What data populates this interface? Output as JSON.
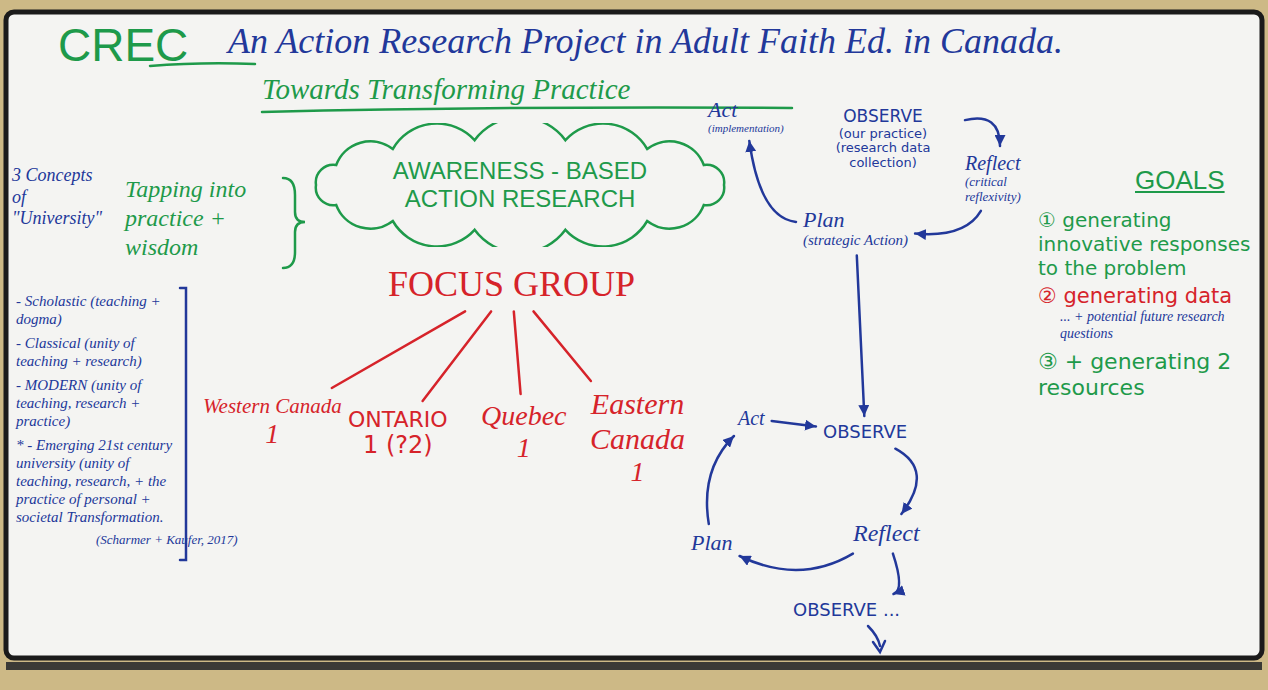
{
  "diagram": {
    "title": "An Action Research Project in Adult Faith Ed. in Canada.",
    "nodes": [
      {
        "text": [
          "AWARENESS - BASED ACTION RESEARCH"
        ]
      },
      {
        "text": [
          "FOCUS GROUP"
        ]
      },
      {
        "text": [
          "Western Canada",
          "1"
        ]
      },
      {
        "text": [
          "ONTARIO",
          "1 (?2)"
        ]
      },
      {
        "text": [
          "Quebec",
          "1"
        ]
      },
      {
        "text": [
          "Eastern Canada",
          "1"
        ]
      },
      {
        "text": [
          "OBSERVE",
          "(our practice) (research data collection)"
        ]
      },
      {
        "text": [
          "Reflect",
          "(critical reflexivity)"
        ]
      },
      {
        "text": [
          "Plan",
          "(strategic Action)"
        ]
      },
      {
        "text": [
          "Act",
          "(implementation)"
        ]
      },
      {
        "text": [
          "OBSERVE"
        ]
      },
      {
        "text": [
          "Reflect"
        ]
      },
      {
        "text": [
          "Plan"
        ]
      },
      {
        "text": [
          "Act"
        ]
      },
      {
        "text": [
          "OBSERVE ..."
        ]
      }
    ],
    "edges": [
      {
        "from": 1,
        "to": 2,
        "arrow": "none"
      },
      {
        "from": 1,
        "to": 3,
        "arrow": "none"
      },
      {
        "from": 1,
        "to": 4,
        "arrow": "none"
      },
      {
        "from": 1,
        "to": 5,
        "arrow": "none"
      },
      {
        "from": 6,
        "to": 7,
        "arrow": "to"
      },
      {
        "from": 7,
        "to": 8,
        "arrow": "to"
      },
      {
        "from": 8,
        "to": 9,
        "arrow": "to"
      },
      {
        "from": 8,
        "to": 10,
        "arrow": "to"
      },
      {
        "from": 10,
        "to": 11,
        "arrow": "to"
      },
      {
        "from": 11,
        "to": 12,
        "arrow": "to"
      },
      {
        "from": 12,
        "to": 13,
        "arrow": "to"
      },
      {
        "from": 13,
        "to": 10,
        "arrow": "to"
      },
      {
        "from": 11,
        "to": 14,
        "arrow": "to"
      }
    ],
    "labels": [
      "CREC",
      "Towards Transforming Practice",
      "3 Concepts of \"University\"",
      "- Scholastic (teaching + dogma)",
      "- Classical (unity of teaching + research)",
      "- MODERN (unity of teaching, research + practice)",
      "* - Emerging 21st century university (unity of teaching, research, + the practice of personal + societal Transformation.",
      "(Scharmer + Kaufer, 2017)",
      "Tapping into practice + wisdom",
      "GOALS",
      "① generating innovative responses to the problem",
      "② generating data",
      "... + potential future research questions",
      "③ + generating 2 resources"
    ]
  }
}
